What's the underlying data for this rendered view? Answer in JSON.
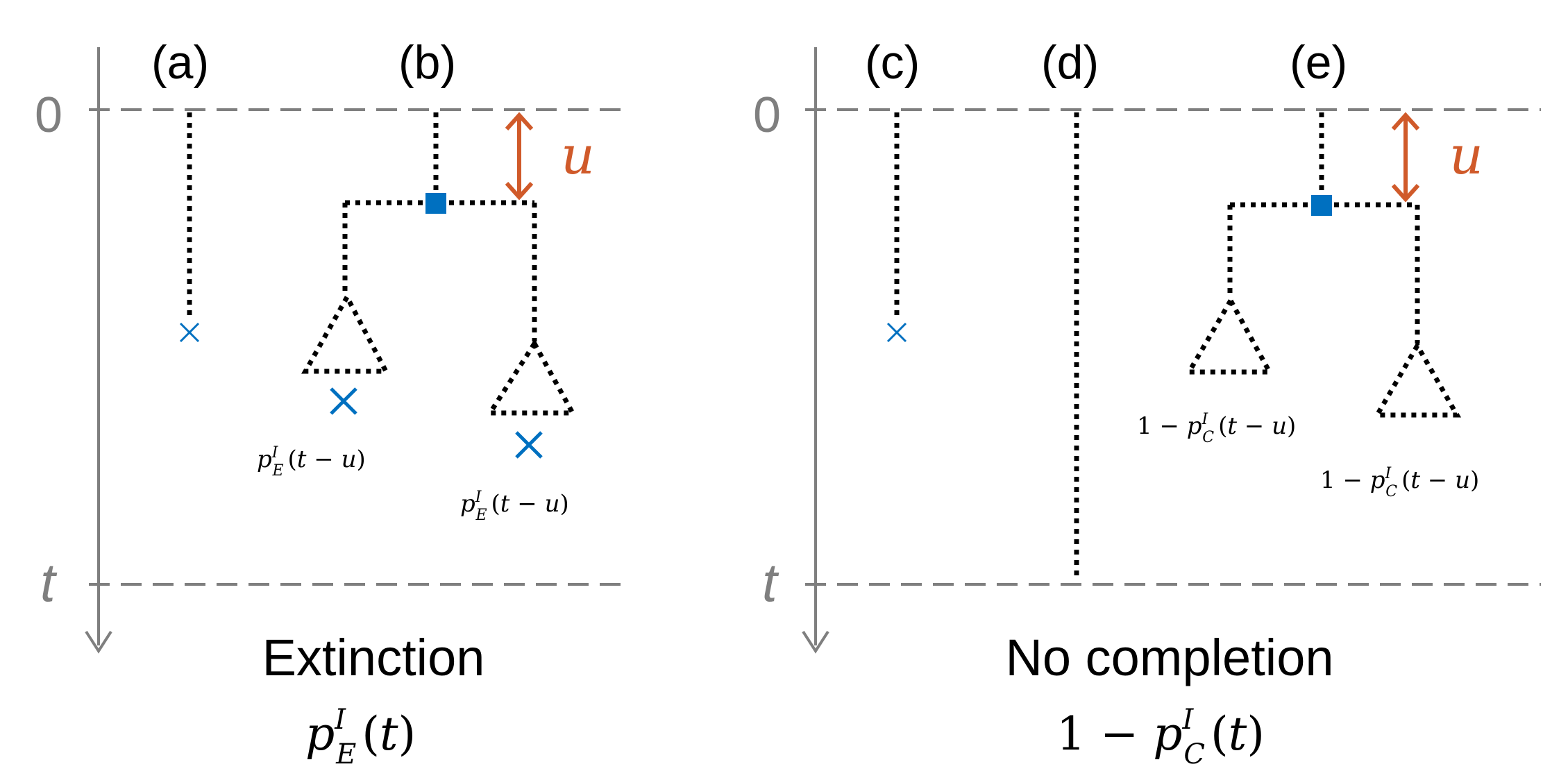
{
  "colors": {
    "axis": "#7f7f7f",
    "tree": "#000000",
    "event_marker": "#0070c0",
    "span_arrow": "#d05a2a"
  },
  "panels": [
    {
      "axis_top_label": "0",
      "axis_bottom_label": "t",
      "caption_title": "Extinction",
      "caption_formula": "p_E^I(t)",
      "scenario_labels": [
        "(a)",
        "(b)"
      ],
      "span_label": "u",
      "leaf_formula": "p_E^I(t − u)"
    },
    {
      "axis_top_label": "0",
      "axis_bottom_label": "t",
      "caption_title": "No completion",
      "caption_formula": "1 − p_C^I(t)",
      "scenario_labels": [
        "(c)",
        "(d)",
        "(e)"
      ],
      "span_label": "u",
      "leaf_formula": "1 − p_C^I(t − u)"
    }
  ]
}
